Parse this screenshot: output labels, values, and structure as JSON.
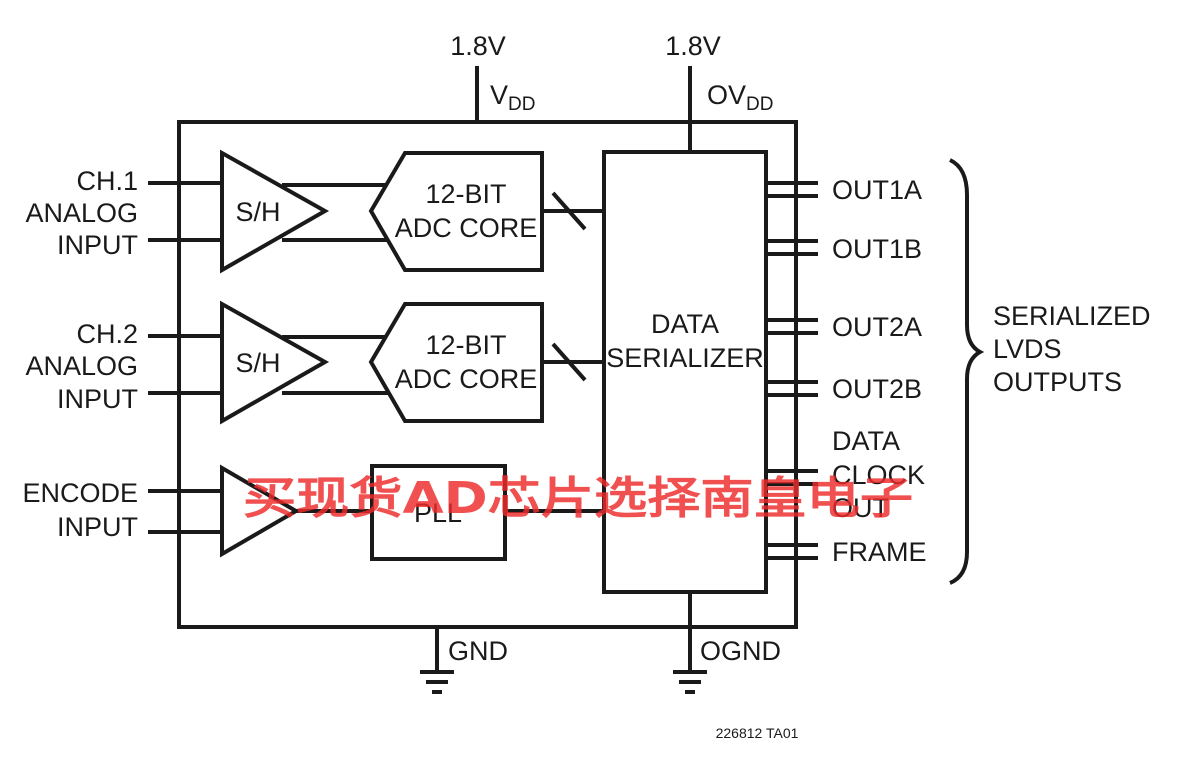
{
  "supplies": {
    "vdd_voltage": "1.8V",
    "vdd_name": "V",
    "vdd_sub": "DD",
    "ovdd_voltage": "1.8V",
    "ovdd_name": "OV",
    "ovdd_sub": "DD"
  },
  "grounds": {
    "gnd": "GND",
    "ognd": "OGND"
  },
  "inputs": {
    "ch1": [
      "CH.1",
      "ANALOG",
      "INPUT"
    ],
    "ch2": [
      "CH.2",
      "ANALOG",
      "INPUT"
    ],
    "encode": [
      "ENCODE",
      "INPUT"
    ]
  },
  "blocks": {
    "sample_hold": "S/H",
    "adc": [
      "12-BIT",
      "ADC CORE"
    ],
    "pll": "PLL",
    "serializer": [
      "DATA",
      "SERIALIZER"
    ]
  },
  "outputs": {
    "out1a": "OUT1A",
    "out1b": "OUT1B",
    "out2a": "OUT2A",
    "out2b": "OUT2B",
    "dataclock": [
      "DATA",
      "CLOCK",
      "OUT"
    ],
    "frame": "FRAME"
  },
  "bracket_label": [
    "SERIALIZED",
    "LVDS",
    "OUTPUTS"
  ],
  "figure_id": "226812 TA01",
  "watermark": "买现货AD芯片选择南皇电子",
  "colors": {
    "line": "#1a1a1a",
    "watermark": "#ee2a2a",
    "background": "#ffffff"
  }
}
